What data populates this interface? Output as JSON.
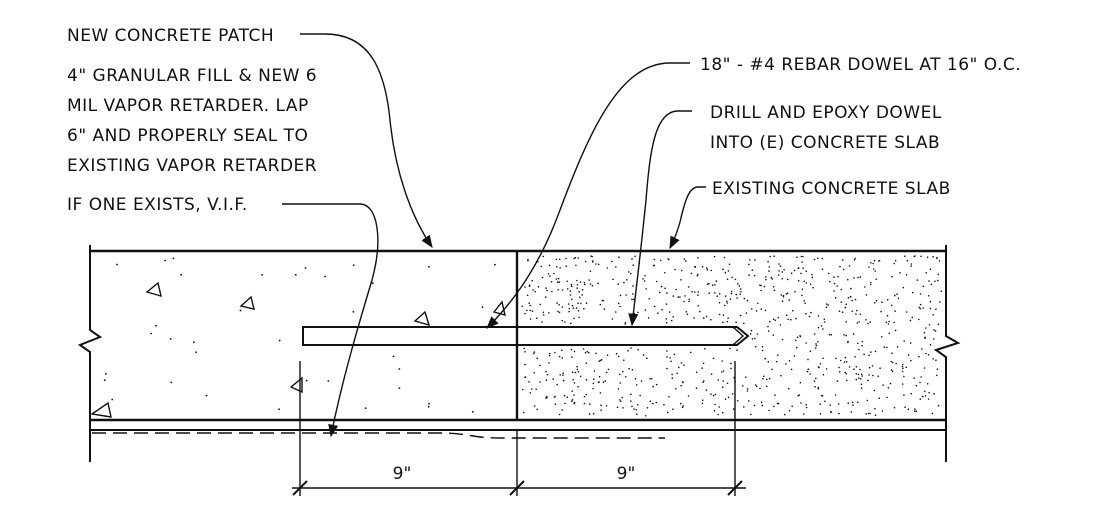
{
  "callouts": {
    "new_patch": "NEW CONCRETE PATCH",
    "granular_fill": [
      "4\" GRANULAR FILL & NEW 6",
      "MIL VAPOR RETARDER. LAP",
      "6\" AND PROPERLY SEAL TO",
      "EXISTING VAPOR RETARDER",
      "IF ONE EXISTS, V.I.F."
    ],
    "rebar_dowel": "18\" - #4 REBAR DOWEL AT 16\" O.C.",
    "drill_epoxy": [
      "DRILL AND EPOXY DOWEL",
      "INTO (E) CONCRETE SLAB"
    ],
    "existing_slab": "EXISTING CONCRETE SLAB"
  },
  "dimensions": {
    "left": "9\"",
    "right": "9\""
  },
  "colors": {
    "ink": "#111111",
    "paper": "#ffffff"
  }
}
